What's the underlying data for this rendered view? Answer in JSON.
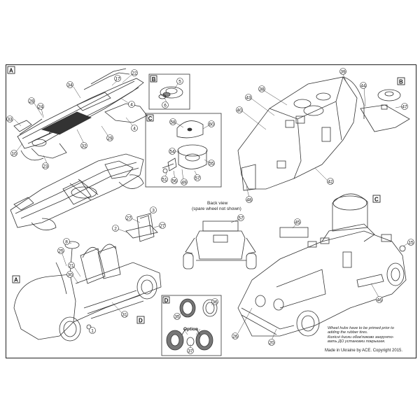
{
  "sheet_labels": {
    "A_main": "A",
    "B_box": "B",
    "C_box": "C",
    "D_box": "D",
    "B_turret": "B",
    "C_car": "C",
    "A_chassis": "A",
    "D_chassis": "D"
  },
  "back_view_caption": [
    "Back view",
    "(spare wheel not shown)"
  ],
  "option_label": "Option",
  "note_lines": [
    "Wheel hubs have to be primed prior to",
    "adding the rubber tires.",
    "Колісні диски обов'язково загрунто-",
    "вать ДО установки покрышек."
  ],
  "copyright": "Made in Ukraine by ACE. Copyright 2015.",
  "callouts": {
    "c1": "1",
    "c2": "2",
    "c3": "3",
    "c4": "4",
    "c5": "5",
    "c6": "6",
    "c8": "8",
    "c10": "10",
    "c15": "15",
    "c17": "17",
    "c20": "20",
    "c21": "21",
    "c22": "22",
    "c23": "23",
    "c24": "24",
    "c25": "25",
    "c26": "26",
    "c27a": "27",
    "c27b": "27",
    "c28": "28",
    "c29": "29",
    "c30": "30",
    "c31": "31",
    "c32": "32",
    "c33": "33",
    "c34": "34",
    "c35": "35",
    "c36": "36",
    "c37": "37",
    "c38": "38",
    "c39": "39",
    "c40": "40",
    "c42": "42",
    "c43": "43",
    "c44": "44",
    "c45": "45",
    "c46": "46",
    "c47": "47",
    "c48": "48",
    "c49": "49",
    "c51": "51",
    "c54": "54",
    "c55": "55",
    "c56": "56",
    "c57a": "57",
    "c57b": "57",
    "c58": "58",
    "c60": "60"
  }
}
